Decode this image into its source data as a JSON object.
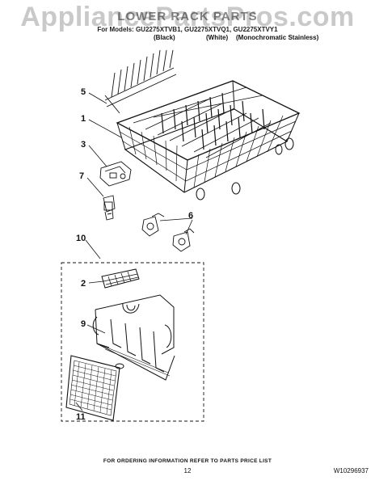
{
  "watermark": "AppliancePartsPros.com",
  "header": {
    "title": "LOWER RACK PARTS",
    "models_line": "For Models: GU2275XTVB1, GU2275XTVQ1, GU2275XTVY1",
    "variants": [
      "(Black)",
      "(White)",
      "(Monochromatic Stainless)"
    ]
  },
  "callouts": [
    "1",
    "2",
    "3",
    "5",
    "6",
    "7",
    "9",
    "10",
    "11"
  ],
  "footer": {
    "ordering_note": "FOR ORDERING INFORMATION REFER TO PARTS PRICE LIST",
    "page_number": "12",
    "document_code": "W10296937"
  }
}
